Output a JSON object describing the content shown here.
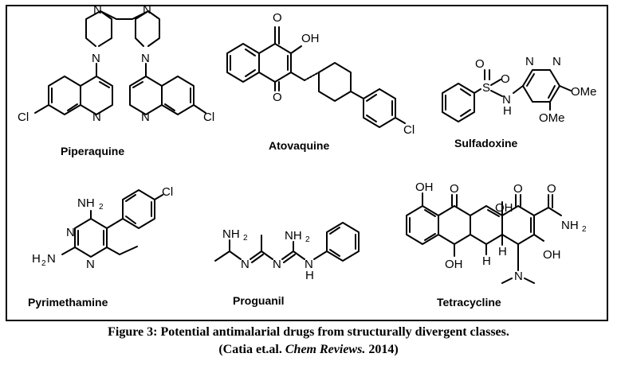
{
  "figure": {
    "caption_line1": "Figure 3: Potential antimalarial drugs from structurally divergent classes.",
    "caption_line2_pre": "(Catia et.al.  ",
    "caption_line2_journal": "Chem Reviews.",
    "caption_line2_post": " 2014)"
  },
  "compounds": {
    "piperaquine": {
      "name": "Piperaquine",
      "atoms": {
        "n": "N",
        "cl": "Cl"
      }
    },
    "atovaquone": {
      "name": "Atovaquine",
      "atoms": {
        "o": "O",
        "oh": "OH",
        "cl": "Cl"
      }
    },
    "sulfadoxine": {
      "name": "Sulfadoxine",
      "atoms": {
        "o": "O",
        "s": "S",
        "n": "N",
        "nh": "H",
        "ome": "OMe"
      }
    },
    "pyrimethamine": {
      "name": "Pyrimethamine",
      "atoms": {
        "nh2_top": "NH",
        "nh2_left": "H",
        "sub2": "2",
        "n": "N",
        "cl": "Cl"
      }
    },
    "proguanil": {
      "name": "Proguanil",
      "atoms": {
        "nh2": "NH",
        "sub2": "2",
        "n": "N",
        "h": "H"
      }
    },
    "tetracycline": {
      "name": "Tetracycline",
      "atoms": {
        "oh": "OH",
        "o": "O",
        "h": "H",
        "n": "N",
        "nh2": "NH",
        "sub2": "2"
      }
    }
  },
  "colors": {
    "ink": "#000000",
    "background": "#ffffff"
  }
}
